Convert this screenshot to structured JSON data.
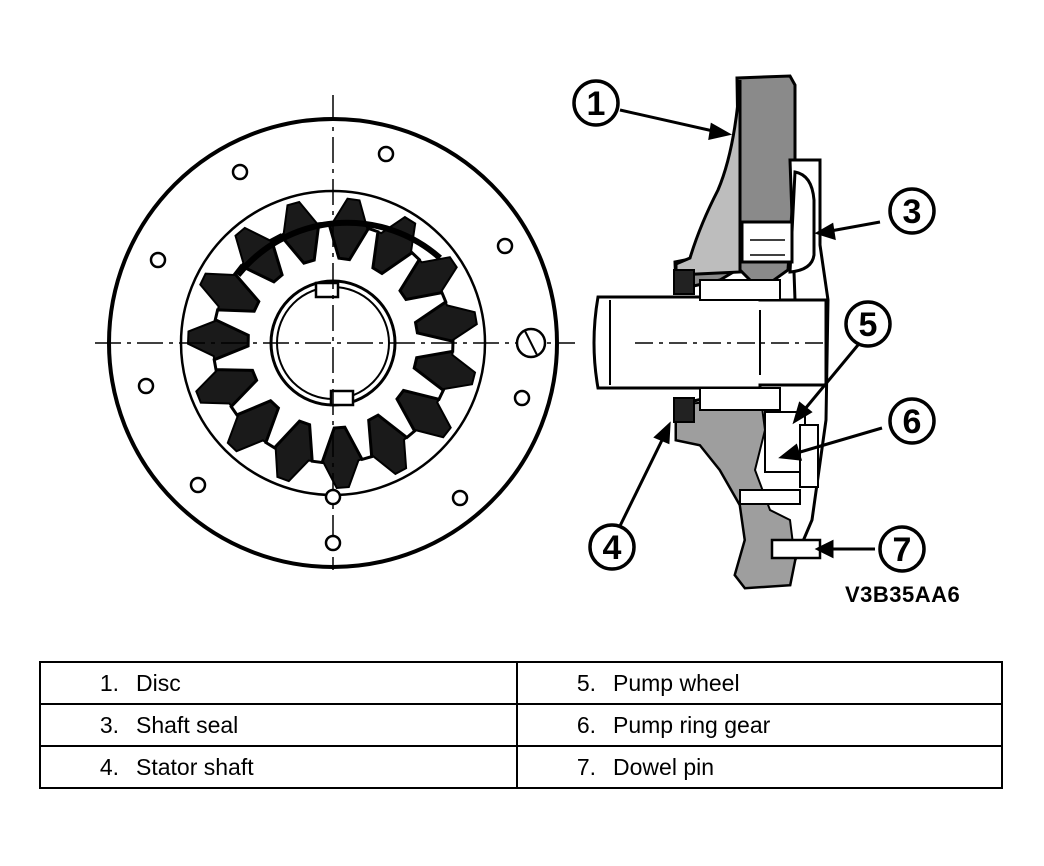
{
  "figure": {
    "code": "V3B35AA6",
    "callouts": [
      "1",
      "3",
      "4",
      "5",
      "6",
      "7"
    ]
  },
  "legend": {
    "rows": [
      [
        {
          "num": "1.",
          "name": "Disc"
        },
        {
          "num": "5.",
          "name": "Pump wheel"
        }
      ],
      [
        {
          "num": "3.",
          "name": "Shaft seal"
        },
        {
          "num": "6.",
          "name": "Pump ring gear"
        }
      ],
      [
        {
          "num": "4.",
          "name": "Stator shaft"
        },
        {
          "num": "7.",
          "name": "Dowel pin"
        }
      ]
    ]
  }
}
